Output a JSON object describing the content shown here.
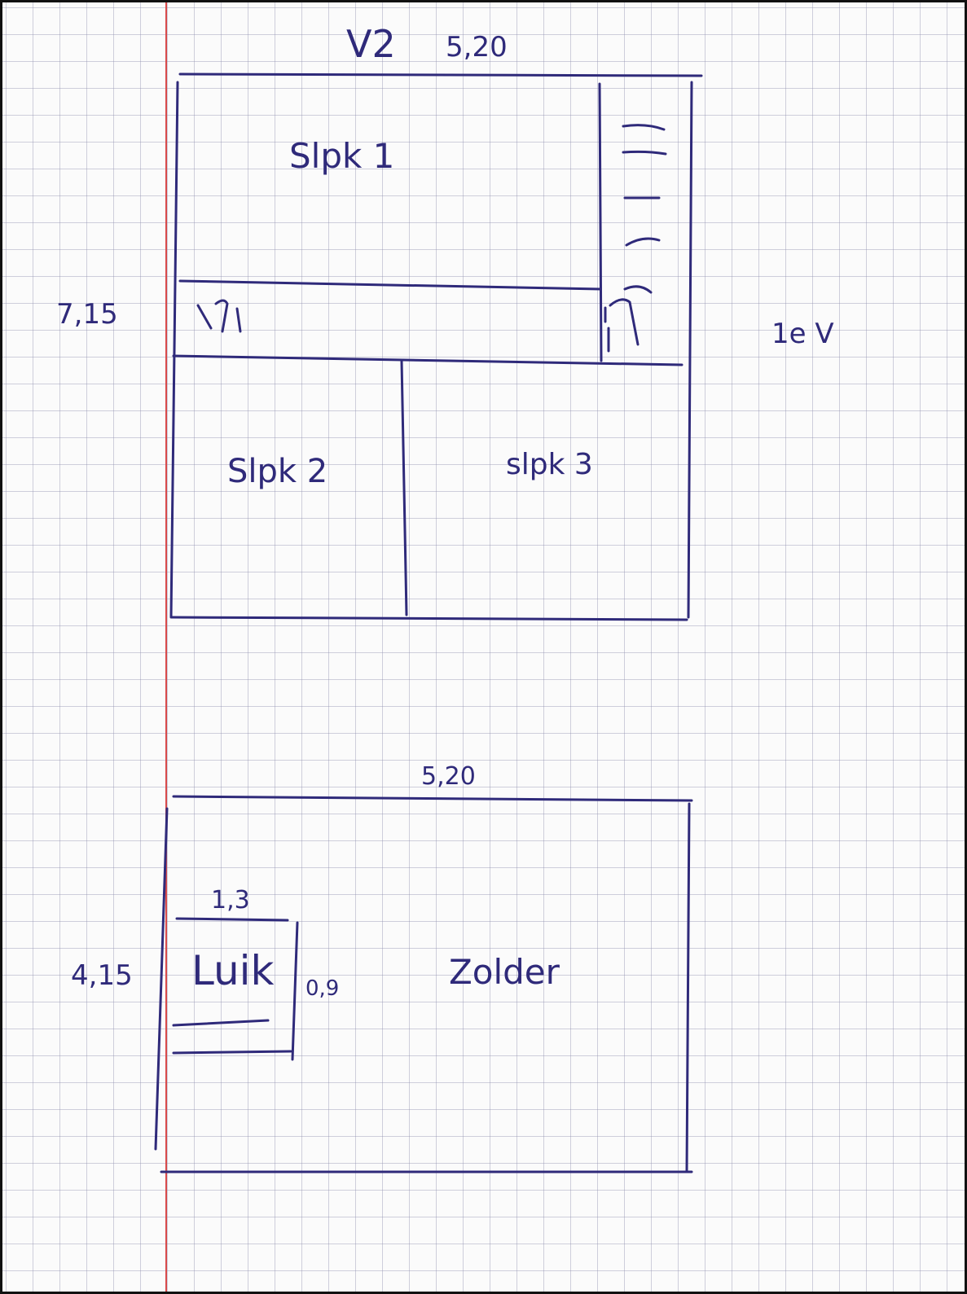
{
  "colors": {
    "ink": "#2f2a7a",
    "paper": "#fbfbfb",
    "grid": "#9696b4",
    "margin": "#d94a4a"
  },
  "floor_2": {
    "title": "V2",
    "width_label": "5,20",
    "height_label": "7,15",
    "side_note": "1e V",
    "rooms": {
      "room_1": "Slpk 1",
      "room_2": "Slpk 2",
      "room_3": "slpk 3"
    }
  },
  "attic": {
    "width_label": "5,20",
    "height_label": "4,15",
    "hatch_label": "Luik",
    "hatch_width": "1,3",
    "hatch_depth": "0,9",
    "room_label": "Zolder"
  }
}
